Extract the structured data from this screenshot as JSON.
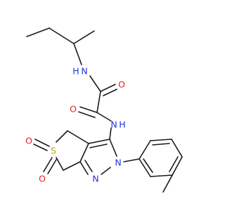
{
  "atoms": {
    "n_amide1": {
      "label": "N",
      "color": "#2233dd"
    },
    "h_amide1": {
      "label": "H",
      "color": "#2233dd"
    },
    "o_1": {
      "label": "O",
      "color": "#e8221a"
    },
    "o_2": {
      "label": "O",
      "color": "#e8221a"
    },
    "n_amide2": {
      "label": "N",
      "color": "#2233dd"
    },
    "h_amide2": {
      "label": "H",
      "color": "#2233dd"
    },
    "n_pyrazole2": {
      "label": "N",
      "color": "#2233dd"
    },
    "n_pyrazole1": {
      "label": "N",
      "color": "#2233dd"
    },
    "s_sulfone": {
      "label": "S",
      "color": "#b8a600"
    },
    "o_s1": {
      "label": "O",
      "color": "#e8221a"
    },
    "o_s2": {
      "label": "O",
      "color": "#e8221a"
    }
  }
}
